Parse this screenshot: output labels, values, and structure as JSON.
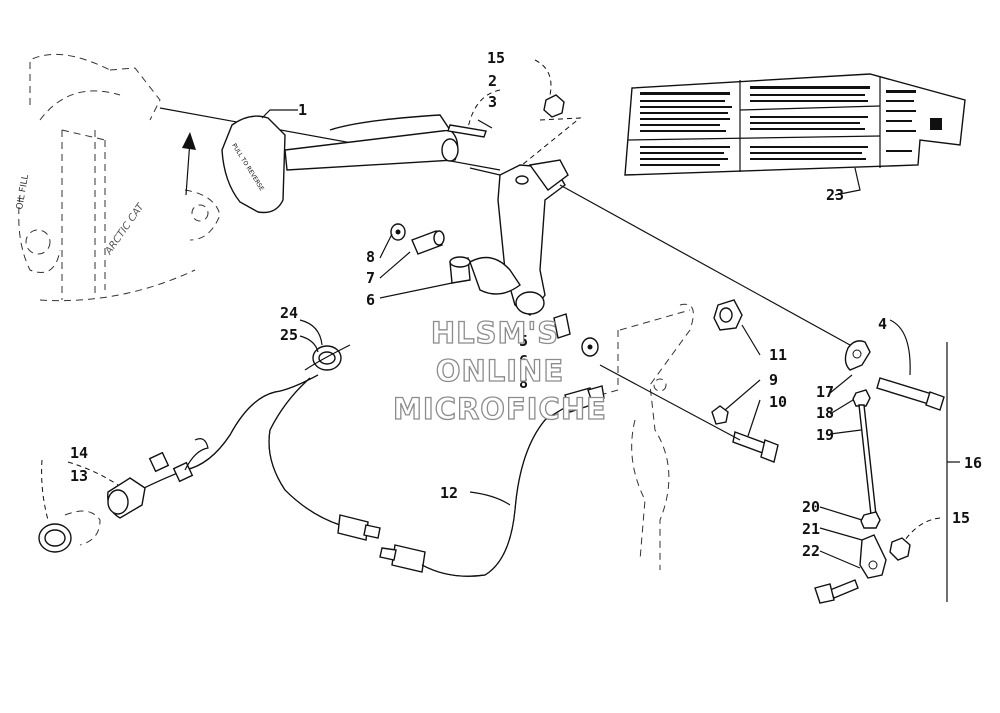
{
  "diagram": {
    "callouts": [
      {
        "id": "c1",
        "text": "1"
      },
      {
        "id": "c2",
        "text": "2"
      },
      {
        "id": "c3",
        "text": "3"
      },
      {
        "id": "c4",
        "text": "4"
      },
      {
        "id": "c5",
        "text": "5"
      },
      {
        "id": "c6a",
        "text": "6"
      },
      {
        "id": "c6b",
        "text": "6"
      },
      {
        "id": "c7",
        "text": "7"
      },
      {
        "id": "c8a",
        "text": "8"
      },
      {
        "id": "c8b",
        "text": "8"
      },
      {
        "id": "c9",
        "text": "9"
      },
      {
        "id": "c10",
        "text": "10"
      },
      {
        "id": "c11",
        "text": "11"
      },
      {
        "id": "c12",
        "text": "12"
      },
      {
        "id": "c13",
        "text": "13"
      },
      {
        "id": "c14",
        "text": "14"
      },
      {
        "id": "c15a",
        "text": "15"
      },
      {
        "id": "c15b",
        "text": "15"
      },
      {
        "id": "c16",
        "text": "16"
      },
      {
        "id": "c17",
        "text": "17"
      },
      {
        "id": "c18",
        "text": "18"
      },
      {
        "id": "c19",
        "text": "19"
      },
      {
        "id": "c20",
        "text": "20"
      },
      {
        "id": "c21",
        "text": "21"
      },
      {
        "id": "c22",
        "text": "22"
      },
      {
        "id": "c23",
        "text": "23"
      },
      {
        "id": "c24",
        "text": "24"
      },
      {
        "id": "c25",
        "text": "25"
      }
    ],
    "watermark": [
      "HLSM'S",
      "ONLINE",
      "MICROFICHE"
    ],
    "colors": {
      "ink": "#111111",
      "watermark_outline": "#8c8c8c",
      "background": "#ffffff"
    }
  }
}
